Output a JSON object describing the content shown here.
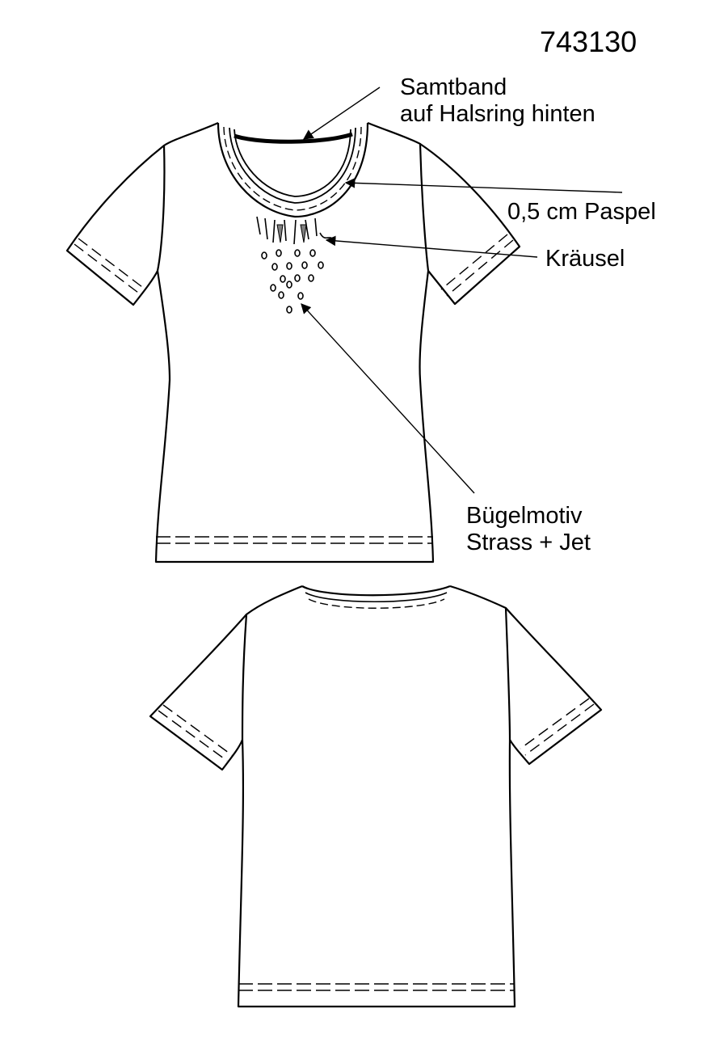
{
  "article_number": "743130",
  "annotations": {
    "velvet_ribbon": [
      "Samtband",
      "auf Halsring hinten"
    ],
    "piping": "0,5 cm Paspel",
    "gathering": "Kräusel",
    "iron_on_motif": [
      "Bügelmotiv",
      "Strass + Jet"
    ]
  },
  "colors": {
    "line": "#000000",
    "background": "#ffffff",
    "motif_fill": "#808080"
  }
}
